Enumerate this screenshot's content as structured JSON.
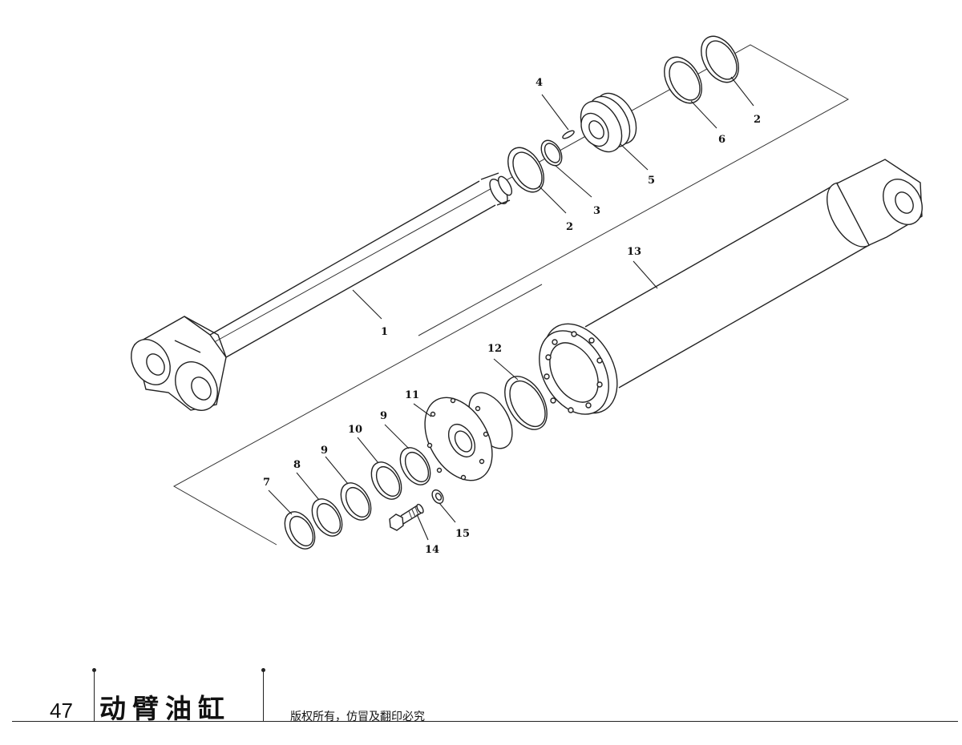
{
  "footer": {
    "page_number": "47",
    "title": "动臂油缸",
    "copyright": "版权所有，仿冒及翻印必究"
  },
  "callouts": [
    {
      "id": "c1",
      "text": "1"
    },
    {
      "id": "c2a",
      "text": "2"
    },
    {
      "id": "c2b",
      "text": "2"
    },
    {
      "id": "c3",
      "text": "3"
    },
    {
      "id": "c4",
      "text": "4"
    },
    {
      "id": "c5",
      "text": "5"
    },
    {
      "id": "c6",
      "text": "6"
    },
    {
      "id": "c7",
      "text": "7"
    },
    {
      "id": "c8",
      "text": "8"
    },
    {
      "id": "c9a",
      "text": "9"
    },
    {
      "id": "c9b",
      "text": "9"
    },
    {
      "id": "c10",
      "text": "10"
    },
    {
      "id": "c11",
      "text": "11"
    },
    {
      "id": "c12",
      "text": "12"
    },
    {
      "id": "c13",
      "text": "13"
    },
    {
      "id": "c14",
      "text": "14"
    },
    {
      "id": "c15",
      "text": "15"
    }
  ]
}
